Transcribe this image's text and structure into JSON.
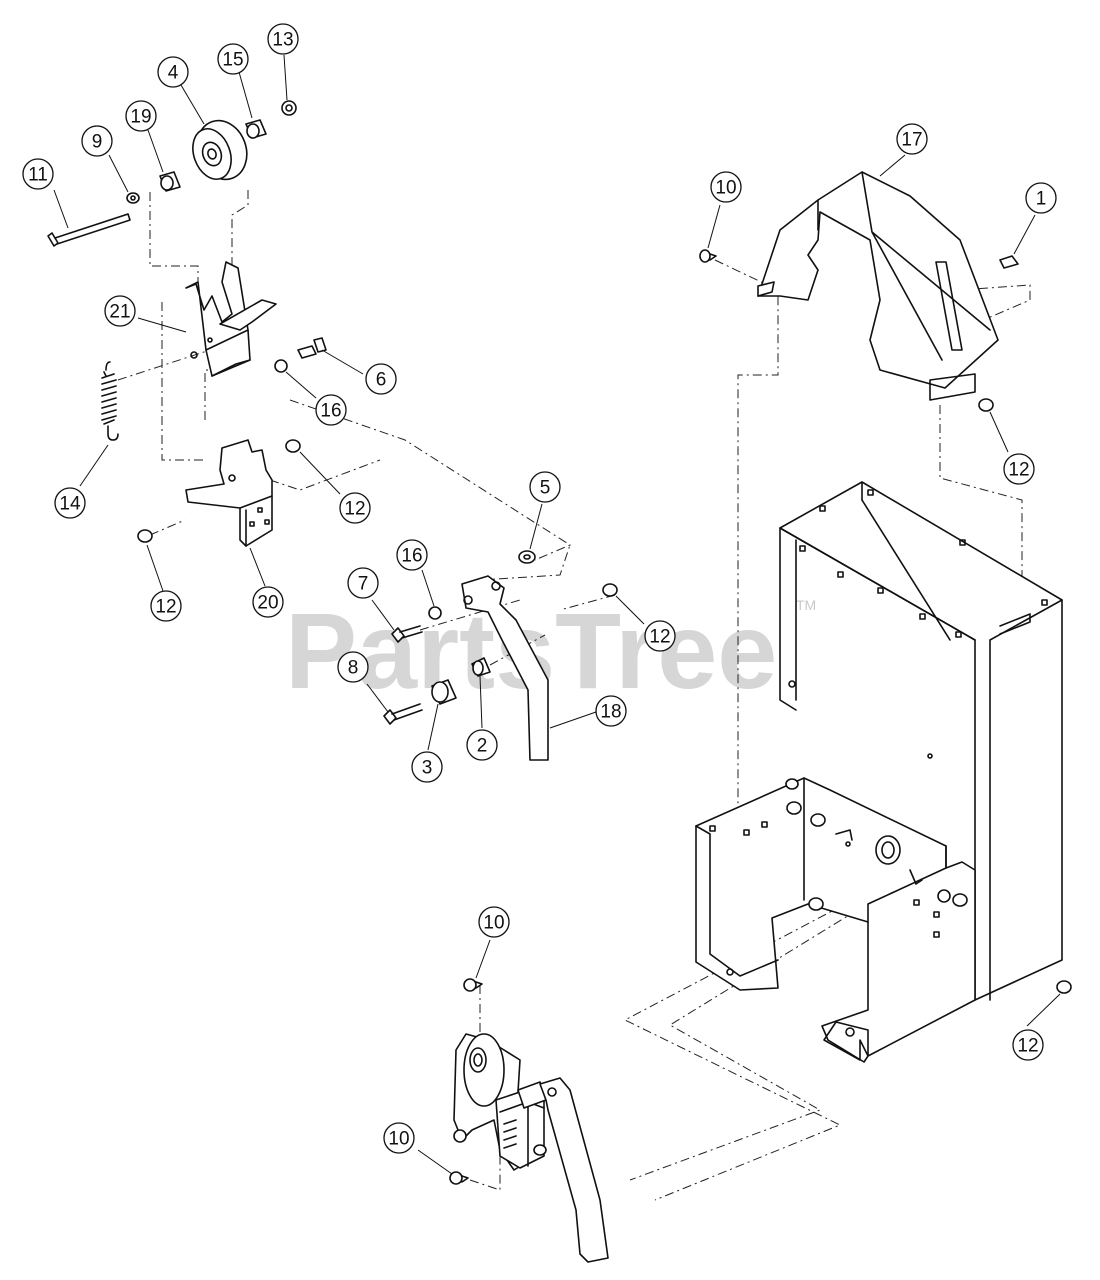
{
  "watermark": {
    "text": "PartsTree",
    "trademark": "TM"
  },
  "callouts": [
    {
      "label": "13"
    },
    {
      "label": "15"
    },
    {
      "label": "4"
    },
    {
      "label": "19"
    },
    {
      "label": "9"
    },
    {
      "label": "11"
    },
    {
      "label": "21"
    },
    {
      "label": "6"
    },
    {
      "label": "16"
    },
    {
      "label": "14"
    },
    {
      "label": "12"
    },
    {
      "label": "12"
    },
    {
      "label": "20"
    },
    {
      "label": "5"
    },
    {
      "label": "16"
    },
    {
      "label": "7"
    },
    {
      "label": "12"
    },
    {
      "label": "8"
    },
    {
      "label": "18"
    },
    {
      "label": "2"
    },
    {
      "label": "3"
    },
    {
      "label": "17"
    },
    {
      "label": "10"
    },
    {
      "label": "1"
    },
    {
      "label": "12"
    },
    {
      "label": "10"
    },
    {
      "label": "12"
    },
    {
      "label": "10"
    }
  ]
}
